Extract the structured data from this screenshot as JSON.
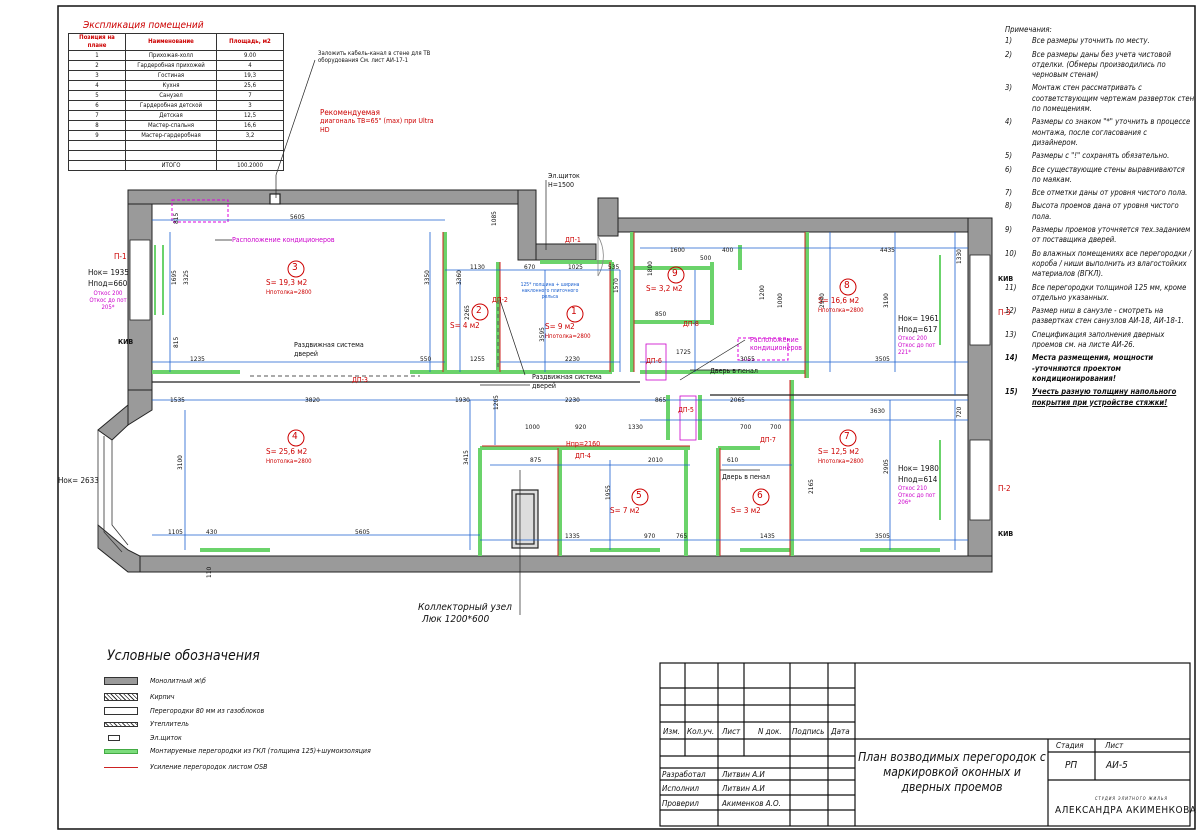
{
  "explication": {
    "title": "Экспликация помещений",
    "headers": [
      "Позиция на плане",
      "Наименование",
      "Площадь, м2"
    ],
    "rows": [
      [
        "1",
        "Прихожая-холл",
        "9.00"
      ],
      [
        "2",
        "Гардеробная прихожей",
        "4"
      ],
      [
        "3",
        "Гостиная",
        "19,3"
      ],
      [
        "4",
        "Кухня",
        "25,6"
      ],
      [
        "5",
        "Санузел",
        "7"
      ],
      [
        "6",
        "Гардеробная детской",
        "3"
      ],
      [
        "7",
        "Детская",
        "12,5"
      ],
      [
        "8",
        "Мастер-спальня",
        "16,6"
      ],
      [
        "9",
        "Мастер-гардеробная",
        "3,2"
      ]
    ],
    "total_label": "ИТОГО",
    "total_value": "100.2000"
  },
  "notes": {
    "title": "Примечания:",
    "items": [
      {
        "n": "1)",
        "text": "Все размеры уточнить по месту."
      },
      {
        "n": "2)",
        "text": "Все размеры даны без учета чистовой отделки. (Обмеры производились по черновым стенам)"
      },
      {
        "n": "3)",
        "text": "Монтаж стен рассматривать с соответствующим чертежам разверток стен по помещениям."
      },
      {
        "n": "4)",
        "text": "Размеры со знаком \"*\" уточнить в процессе монтажа, после согласования с дизайнером."
      },
      {
        "n": "5)",
        "text": "Размеры с \"!\" сохранять обязательно."
      },
      {
        "n": "6)",
        "text": "Все существующие стены выравниваются по маякам."
      },
      {
        "n": "7)",
        "text": "Все отметки даны от уровня чистого пола."
      },
      {
        "n": "8)",
        "text": "Высота проемов дана от уровня чистого пола."
      },
      {
        "n": "9)",
        "text": "Размеры проемов уточняется тех.заданием от поставщика дверей."
      },
      {
        "n": "10)",
        "text": "Во влажных помещениях все перегородки / короба / ниши выполнить из влагостойких материалов (ВГКЛ)."
      },
      {
        "n": "11)",
        "text": "Все перегородки толщиной 125 мм, кроме отдельно указанных."
      },
      {
        "n": "12)",
        "text": "Размер ниш в санузле - смотреть на развертках стен санузлов АИ-18, АИ-18-1."
      },
      {
        "n": "13)",
        "text": "Спецификация заполнения дверных проемов см. на листе АИ-26."
      },
      {
        "n": "14)",
        "text": "Места размещения, мощности -уточняются проектом кондиционирования!",
        "bold": true
      },
      {
        "n": "15)",
        "text": "Учесть разную толщину напольного покрытия при устройстве стяжки!",
        "bold": true,
        "underline": true
      }
    ]
  },
  "legend": {
    "title": "Условные обозначения",
    "items": [
      {
        "label": "Монолитный ж\\б",
        "kind": "monolith"
      },
      {
        "label": "Кирпич",
        "kind": "brick"
      },
      {
        "label": "Перегородки 80 мм из газоблоков",
        "kind": "gas"
      },
      {
        "label": "Утеплитель",
        "kind": "insul"
      },
      {
        "label": "Эл.щиток",
        "kind": "panel"
      },
      {
        "label": "Монтируемые перегородки из ГКЛ (толщина 125)+шумоизоляция",
        "kind": "gkl"
      },
      {
        "label": "Усиление перегородок листом OSB",
        "kind": "osb"
      }
    ]
  },
  "title_block": {
    "col_headers": [
      "Изм.",
      "Кол.уч.",
      "Лист",
      "N док.",
      "Подпись",
      "Дата"
    ],
    "roles": [
      {
        "role": "Разработал",
        "name": "Литвин А.И"
      },
      {
        "role": "Исполнил",
        "name": "Литвин А.И"
      },
      {
        "role": "Проверил",
        "name": "Акименков А.О."
      }
    ],
    "sheet_title": "План возводимых перегородок с маркировкой оконных и дверных проемов",
    "stage_label": "Стадия",
    "stage": "РП",
    "sheet_label": "Лист",
    "sheet": "АИ-5",
    "logo_small": "СТУДИЯ ЭЛИТНОГО ЖИЛЬЯ",
    "logo_big": "АЛЕКСАНДРА АКИМЕНКОВА"
  },
  "rooms": [
    {
      "num": "1",
      "area": "S= 9 м2",
      "h": "Нпотолка=2800"
    },
    {
      "num": "2",
      "area": "S= 4 м2",
      "h": ""
    },
    {
      "num": "3",
      "area": "S= 19,3 м2",
      "h": "Нпотолка=2800"
    },
    {
      "num": "4",
      "area": "S= 25,6 м2",
      "h": "Нпотолка=2800"
    },
    {
      "num": "5",
      "area": "S= 7 м2",
      "h": ""
    },
    {
      "num": "6",
      "area": "S= 3 м2",
      "h": ""
    },
    {
      "num": "7",
      "area": "S= 12,5 м2",
      "h": "Нпотолка=2800"
    },
    {
      "num": "8",
      "area": "S= 16,6 м2",
      "h": "Нпотолка=2800"
    },
    {
      "num": "9",
      "area": "S= 3,2 м2",
      "h": ""
    }
  ],
  "annotations": {
    "tv": "Заложить кабель-канал в стене для ТВ оборудования См. лист АИ-17-1",
    "tv_rec_title": "Рекомендуемая",
    "tv_rec": "диагональ ТВ=65\" (max) при Ultra HD",
    "ac": "Расположение кондиционеров",
    "ac2": "Расположение кондиционеров",
    "panel": "Эл.щиток",
    "panel_h": "Н=1500",
    "sliding1": "Раздвижная система дверей",
    "sliding2": "Раздвижная система дверей",
    "door_penal1": "Дверь в пенал",
    "door_penal2": "Дверь в пенал",
    "collector": "Коллекторный узел",
    "hatch": "Люк 1200*600",
    "win_left": "Нок= 1935",
    "win_left_h": "Нпод=660",
    "win_left_o": "Откос 200 Откос до пот 205*",
    "win_bay": "Нок= 2633",
    "win_r1": "Нок= 1961",
    "win_r1_h": "Нпод=617",
    "win_r1_o": "Откос 200 Откос до пот 221*",
    "win_r2": "Нок= 1980",
    "win_r2_h": "Нпод=614",
    "win_r2_o": "Откос 210 Откос до пот 206*",
    "kiv": "КИВ",
    "p1": "П-1",
    "p2": "П-2",
    "p3": "П-3",
    "dp1": "ДП-1",
    "dp2": "ДП-2",
    "dp3": "ДП-3",
    "dp4": "ДП-4",
    "dp5": "ДП-5",
    "dp6": "ДП-6",
    "dp7": "ДП-7",
    "dp8": "ДП-8",
    "npr": "Нпр=2160",
    "niche": "125* полщина + ширина наклонного плиточного рельса"
  },
  "dims": {
    "d5605top": "5605",
    "d1130": "1130",
    "d670": "670",
    "d1025": "1025",
    "d535": "535",
    "d1600": "1600",
    "d400": "400",
    "d4435": "4435",
    "d1085": "1085",
    "d1800": "1800",
    "d1330": "1330",
    "d3350": "3350",
    "d3360": "3360",
    "d2265": "2265",
    "d3325": "3325",
    "d1695": "1695",
    "d815a": "815",
    "d815b": "815",
    "d1235": "1235",
    "d550": "550",
    "d1255": "1255",
    "d2230": "2230",
    "d1725": "1725",
    "d3055": "3055",
    "d3505a": "3505",
    "d1535": "1535",
    "d3820": "3820",
    "d1930": "1930",
    "d2230b": "2230",
    "d865": "865",
    "d2065": "2065",
    "d3630": "3630",
    "d1000": "1000",
    "d920": "920",
    "d1330b": "1330",
    "d700a": "700",
    "d700b": "700",
    "d3415": "3415",
    "d3100": "3100",
    "d875": "875",
    "d2010": "2010",
    "d610": "610",
    "d1955": "1955",
    "d1105": "1105",
    "d430": "430",
    "d5605b": "5605",
    "d1335": "1335",
    "d970": "970",
    "d765": "765",
    "d1435": "1435",
    "d3505b": "3505",
    "d2940": "2940",
    "d3190": "3190",
    "d2905": "2905",
    "d2165": "2165",
    "d110": "110",
    "d1570": "1570",
    "d3595": "3595",
    "d1205": "1205",
    "d850": "850",
    "d1200": "1200",
    "d1000b": "1000",
    "d500": "500",
    "d720": "720"
  }
}
